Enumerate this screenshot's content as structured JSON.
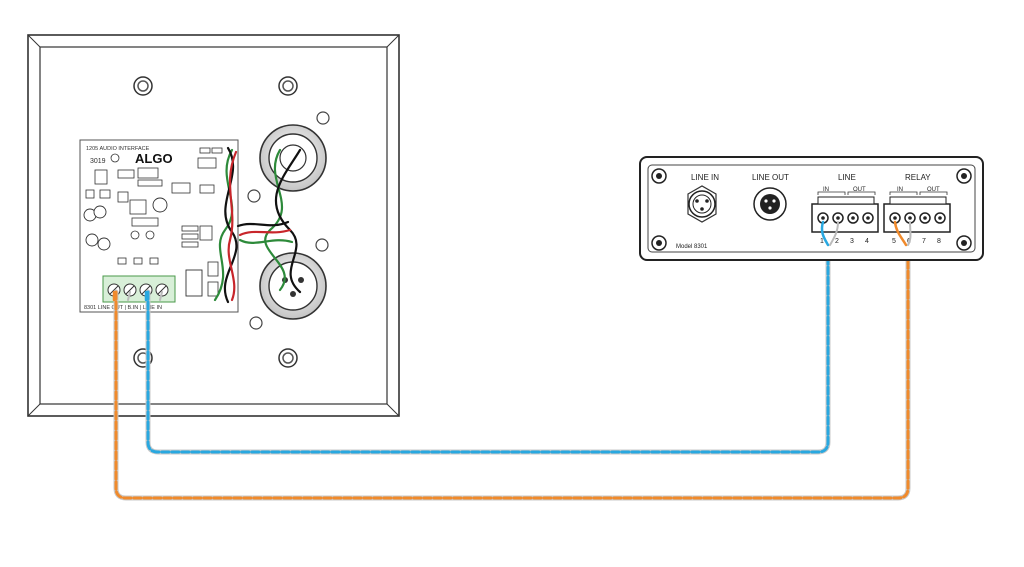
{
  "plate": {
    "pcb": {
      "title": "1205 AUDIO INTERFACE",
      "model": "3019",
      "brand": "ALGO",
      "terminal_caption": "8301 LINE OUT | B.IN | LINE IN"
    }
  },
  "device": {
    "model_label": "Model 8301",
    "line_in_label": "LINE IN",
    "line_out_label": "LINE OUT",
    "line_group_label": "LINE",
    "line_in_sub": "IN",
    "line_out_sub": "OUT",
    "relay_group_label": "RELAY",
    "relay_in_sub": "IN",
    "relay_out_sub": "OUT",
    "terminal_numbers": [
      "1",
      "2",
      "3",
      "4",
      "5",
      "6",
      "7",
      "8"
    ]
  },
  "colors": {
    "blue_wire": "#29a8e0",
    "orange_wire": "#f08a2c",
    "plate_stroke": "#333333",
    "pcb_green_terminal": "#7fc47f"
  }
}
